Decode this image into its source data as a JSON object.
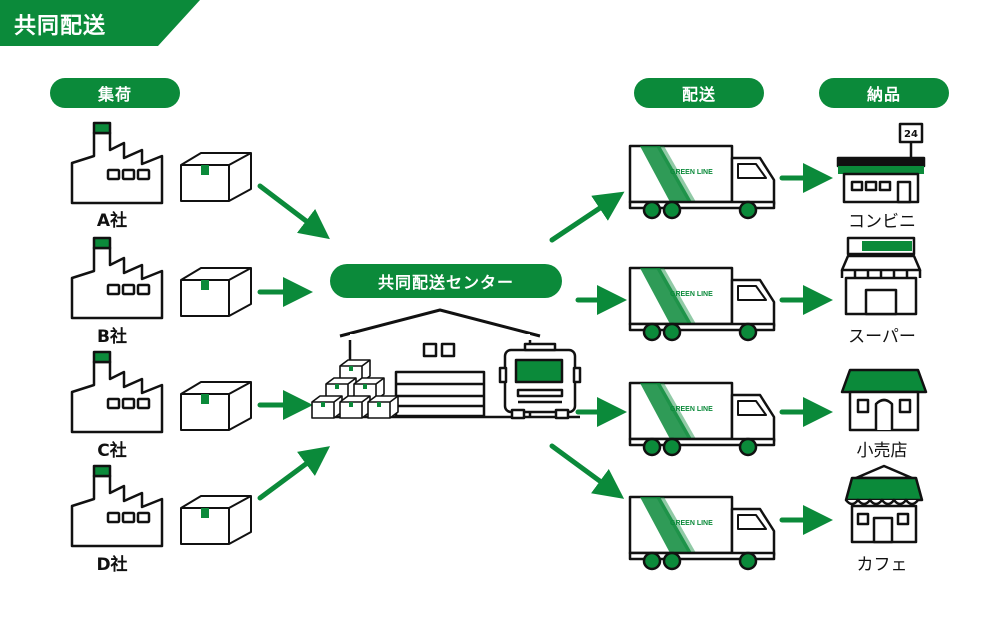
{
  "title": "共同配送",
  "sections": {
    "collect": "集荷",
    "deliver": "配送",
    "supply": "納品"
  },
  "center_label": "共同配送センター",
  "companies": [
    "A社",
    "B社",
    "C社",
    "D社"
  ],
  "stores": [
    "コンビニ",
    "スーパー",
    "小売店",
    "カフェ"
  ],
  "truck_logo": "GREEN LINE",
  "convenience_sign": "24",
  "colors": {
    "accent": "#0b8a3a",
    "outline": "#111111"
  }
}
